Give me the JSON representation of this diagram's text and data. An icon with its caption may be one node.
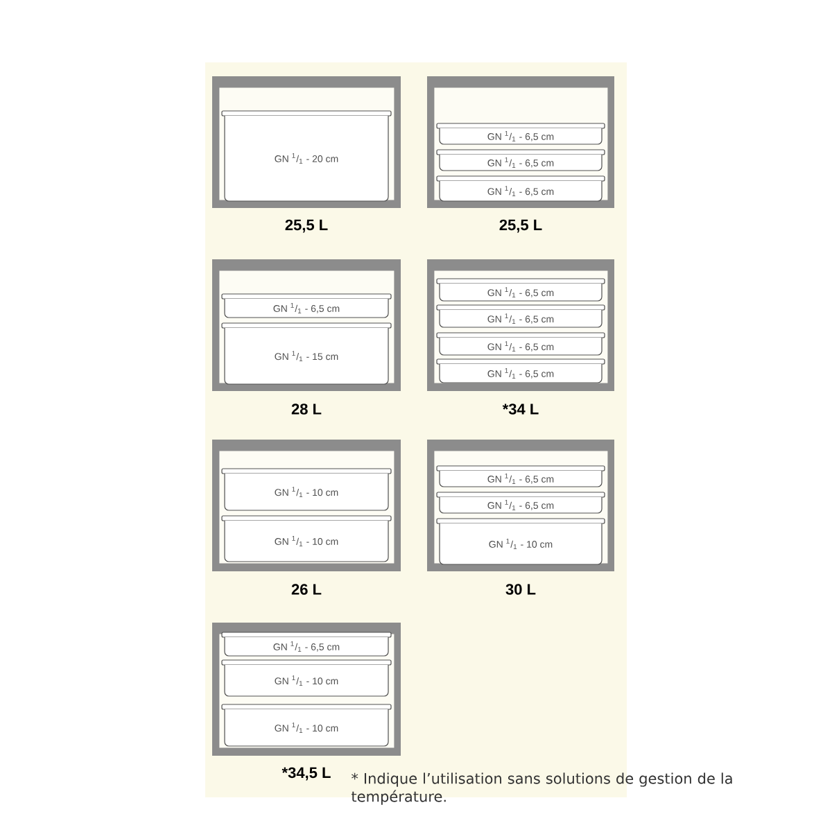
{
  "diagram": {
    "nodes": [
      {
        "text": [],
        "shape": "box",
        "beside": [
          "25,5 L"
        ]
      },
      {
        "text": [
          "GN $^{1}$/$_{1}$ - 20 cm"
        ],
        "in": 0
      },
      {
        "text": [],
        "shape": "box",
        "beside": [
          "25,5 L"
        ]
      },
      {
        "text": [
          "GN $^{1}$/$_{1}$ - 6,5 cm"
        ],
        "in": 2
      },
      {
        "text": [
          "GN $^{1}$/$_{1}$ - 6,5 cm"
        ],
        "in": 2
      },
      {
        "text": [
          "GN $^{1}$/$_{1}$ - 6,5 cm"
        ],
        "in": 2
      },
      {
        "text": [],
        "shape": "box",
        "beside": [
          "28 L"
        ]
      },
      {
        "text": [
          "GN $^{1}$/$_{1}$ - 6,5 cm"
        ],
        "in": 6
      },
      {
        "text": [
          "GN $^{1}$/$_{1}$ - 15 cm"
        ],
        "in": 6
      },
      {
        "text": [],
        "shape": "box",
        "beside": [
          "*34 L"
        ]
      },
      {
        "text": [
          "GN $^{1}$/$_{1}$ - 6,5 cm"
        ],
        "in": 9
      },
      {
        "text": [
          "GN $^{1}$/$_{1}$ - 6,5 cm"
        ],
        "in": 9
      },
      {
        "text": [
          "GN $^{1}$/$_{1}$ - 6,5 cm"
        ],
        "in": 9
      },
      {
        "text": [
          "GN $^{1}$/$_{1}$ - 6,5 cm"
        ],
        "in": 9
      },
      {
        "text": [],
        "shape": "box",
        "beside": [
          "26 L"
        ]
      },
      {
        "text": [
          "GN $^{1}$/$_{1}$ - 10 cm"
        ],
        "in": 14
      },
      {
        "text": [
          "GN $^{1}$/$_{1}$ - 10 cm"
        ],
        "in": 14
      },
      {
        "text": [],
        "shape": "box",
        "beside": [
          "30 L"
        ]
      },
      {
        "text": [
          "GN $^{1}$/$_{1}$ - 6,5 cm"
        ],
        "in": 17
      },
      {
        "text": [
          "GN $^{1}$/$_{1}$ - 6,5 cm"
        ],
        "in": 17
      },
      {
        "text": [
          "GN $^{1}$/$_{1}$ - 10 cm"
        ],
        "in": 17
      },
      {
        "text": [],
        "shape": "box",
        "beside": [
          "*34,5 L"
        ]
      },
      {
        "text": [
          "GN $^{1}$/$_{1}$ - 6,5 cm"
        ],
        "in": 21
      },
      {
        "text": [
          "GN $^{1}$/$_{1}$ - 10 cm"
        ],
        "in": 21
      },
      {
        "text": [
          "GN $^{1}$/$_{1}$ - 10 cm"
        ],
        "in": 21
      }
    ],
    "labels": [
      "* Indique l’utilisation sans solutions de gestion de la température."
    ]
  }
}
